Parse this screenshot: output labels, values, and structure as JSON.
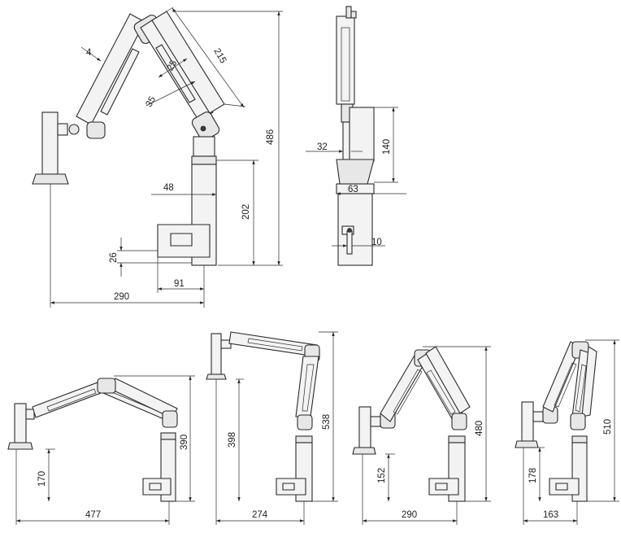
{
  "views": {
    "side": {
      "dim_arm_width": "4",
      "dim_arm_length": "215",
      "dim_slot_length": "25",
      "dim_slot_offset": "35",
      "dim_total_height": "486",
      "dim_column_offset": "48",
      "dim_column_height": "202",
      "dim_clamp_height": "26",
      "dim_clamp_width": "91",
      "dim_reach": "290"
    },
    "front": {
      "dim_shaft": "32",
      "dim_cylinder": "140",
      "dim_base": "63",
      "dim_clamp": "10"
    },
    "config1": {
      "dim_height": "390",
      "dim_table": "170",
      "dim_reach": "477"
    },
    "config2": {
      "dim_height": "538",
      "dim_table": "398",
      "dim_reach": "274"
    },
    "config3": {
      "dim_height": "480",
      "dim_table": "152",
      "dim_reach": "290"
    },
    "config4": {
      "dim_height": "510",
      "dim_table": "178",
      "dim_reach": "163"
    }
  }
}
